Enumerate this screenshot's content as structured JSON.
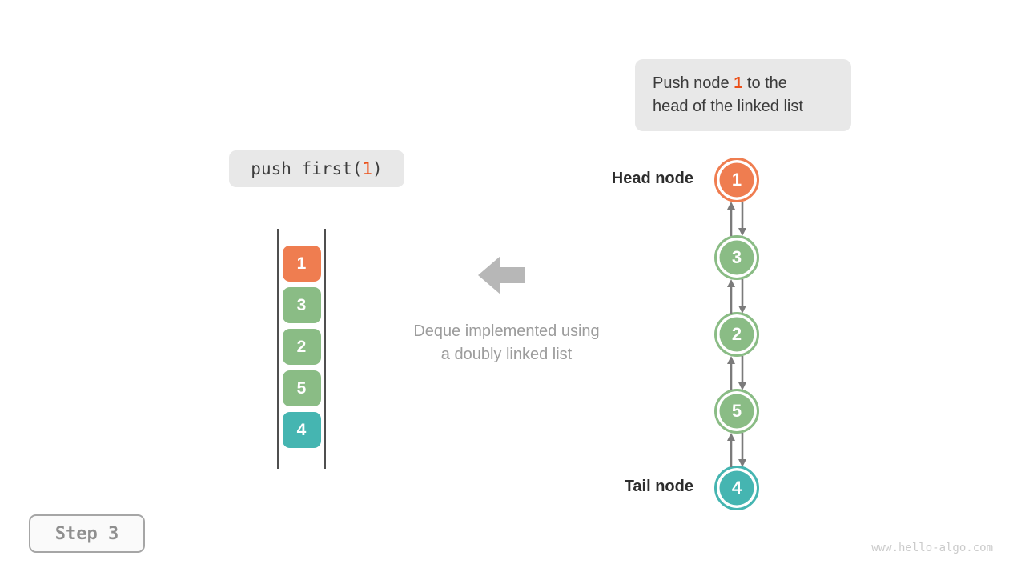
{
  "note": {
    "line1_prefix": "Push node ",
    "highlight": "1",
    "line1_suffix": " to the",
    "line2": "head of the linked list"
  },
  "code": {
    "prefix": "push_first(",
    "arg": "1",
    "suffix": ")"
  },
  "deque": {
    "items": [
      {
        "value": "1",
        "color": "#EF7D50"
      },
      {
        "value": "3",
        "color": "#8ABC85"
      },
      {
        "value": "2",
        "color": "#8ABC85"
      },
      {
        "value": "5",
        "color": "#8ABC85"
      },
      {
        "value": "4",
        "color": "#45B5B1"
      }
    ]
  },
  "caption": {
    "line1": "Deque implemented using",
    "line2": "a doubly linked list"
  },
  "linked_list": {
    "head_label": "Head node",
    "tail_label": "Tail node",
    "nodes": [
      {
        "value": "1",
        "color": "#EF7D50"
      },
      {
        "value": "3",
        "color": "#8ABC85"
      },
      {
        "value": "2",
        "color": "#8ABC85"
      },
      {
        "value": "5",
        "color": "#8ABC85"
      },
      {
        "value": "4",
        "color": "#45B5B1"
      }
    ]
  },
  "step": {
    "label": "Step 3"
  },
  "watermark": "www.hello-algo.com",
  "colors": {
    "highlight": "#EB5019",
    "note_bg": "#E8E8E8",
    "block_arrow": "#B7B7B7",
    "link_arrow": "#7B7B7B",
    "rail": "#4F4F4F"
  }
}
